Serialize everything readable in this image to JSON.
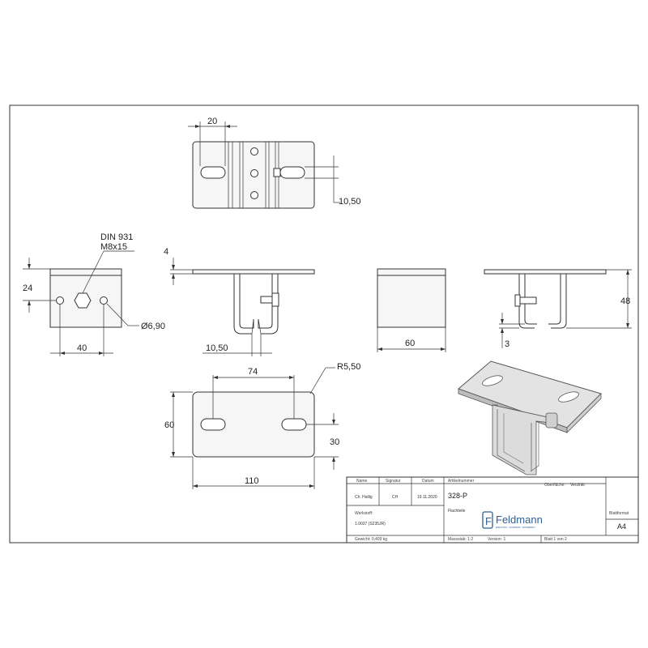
{
  "dimensions": {
    "top_width": "20",
    "top_slot_offset": "10,50",
    "front_spec_line1": "DIN 931",
    "front_spec_line2": "M8x15",
    "front_height": "24",
    "front_hole_spacing": "40",
    "front_hole_diameter": "Ø6,90",
    "profile_plate_thickness": "4",
    "profile_channel_width": "10,50",
    "side_width": "60",
    "right_height": "48",
    "right_thickness": "3",
    "plate_hole_spacing": "74",
    "plate_corner_radius": "R5,50",
    "plate_height": "60",
    "plate_slot_offset": "30",
    "plate_width": "110"
  },
  "title_block": {
    "headers": {
      "name": "Name",
      "signature": "Signatur",
      "date": "Datum",
      "article_number": "Artikelnummer",
      "surface": "Oberfläche:",
      "material": "Werkstoff:",
      "weight": "Gewicht: 0,409 kg",
      "scale": "Massstab: 1:2",
      "version": "Version: 1",
      "sheet": "Blatt 1 von 2",
      "sheet_format": "Blattformat"
    },
    "values": {
      "name": "Ch. Hallig",
      "signature": "CH",
      "date": "19.11.2020",
      "article_number": "328-P",
      "surface": "Verzinkt",
      "description": "Flachteile",
      "material": "1.0037 (S235JR)",
      "sheet_format": "A4"
    },
    "brand": {
      "logo_letter": "F",
      "name": "Feldmann",
      "tagline": "EDELSTAHL · ALUMINIUM · SONDERBAU",
      "logo_color": "#2f5f96"
    }
  }
}
